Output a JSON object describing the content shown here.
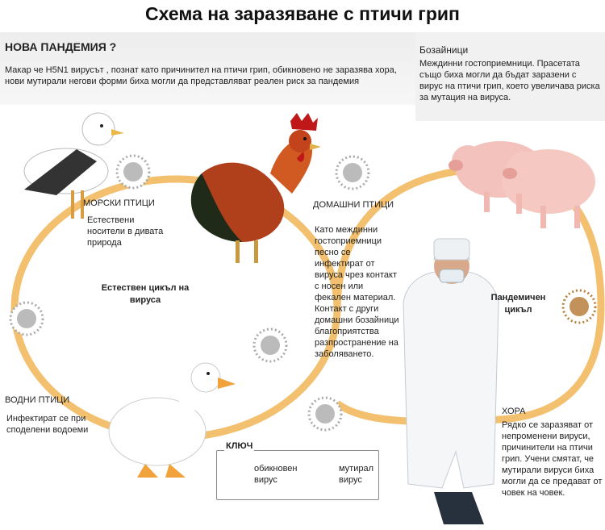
{
  "title": "Схема на заразяване с птичи грип",
  "intro": {
    "heading": "НОВА ПАНДЕМИЯ ?",
    "text": "Макар че H5N1 вирусът , познат като причинител на птичи грип, обикновено не заразява хора, нови мутирали негови форми биха могли да представляват реален риск за пандемия"
  },
  "pigs": {
    "heading": "Бозайници",
    "text": "Междинни гостоприемници. Прасетата също биха могли да бъдат заразени с вирус на птичи грип, което увеличава риска за мутация на вируса."
  },
  "seabirds": {
    "label": "МОРСКИ ПТИЦИ",
    "text": "Естествени носители в дивата природа"
  },
  "poultry": {
    "label": "ДОМАШНИ ПТИЦИ",
    "text": "Като междинни гостоприемници песно се инфектират от вируса чрез контакт с носен или фекален материал. Контакт с други домашни бозайници благоприятства разпространение на заболяването."
  },
  "waterbirds": {
    "label": "ВОДНИ ПТИЦИ",
    "text": "Инфектират се при споделени водоеми"
  },
  "natural_cycle": "Естествен цикъл на вируса",
  "pandemic_cycle": "Пандемичен цикъл",
  "humans": {
    "label": "ХОРА",
    "text": "Рядко се заразяват от непроменени вируси, причинители на птичи грип. Учени смятат, че мутирали вируси биха могли да се предават от човек на човек."
  },
  "key": {
    "title": "КЛЮЧ",
    "normal": "обикновен вирус",
    "mutated": "мутирал вирус"
  },
  "colors": {
    "cycle": "#f2c06e",
    "virus_normal": "#aaaaaa",
    "virus_mutated": "#b8803a",
    "header_bg": "#ededed"
  }
}
